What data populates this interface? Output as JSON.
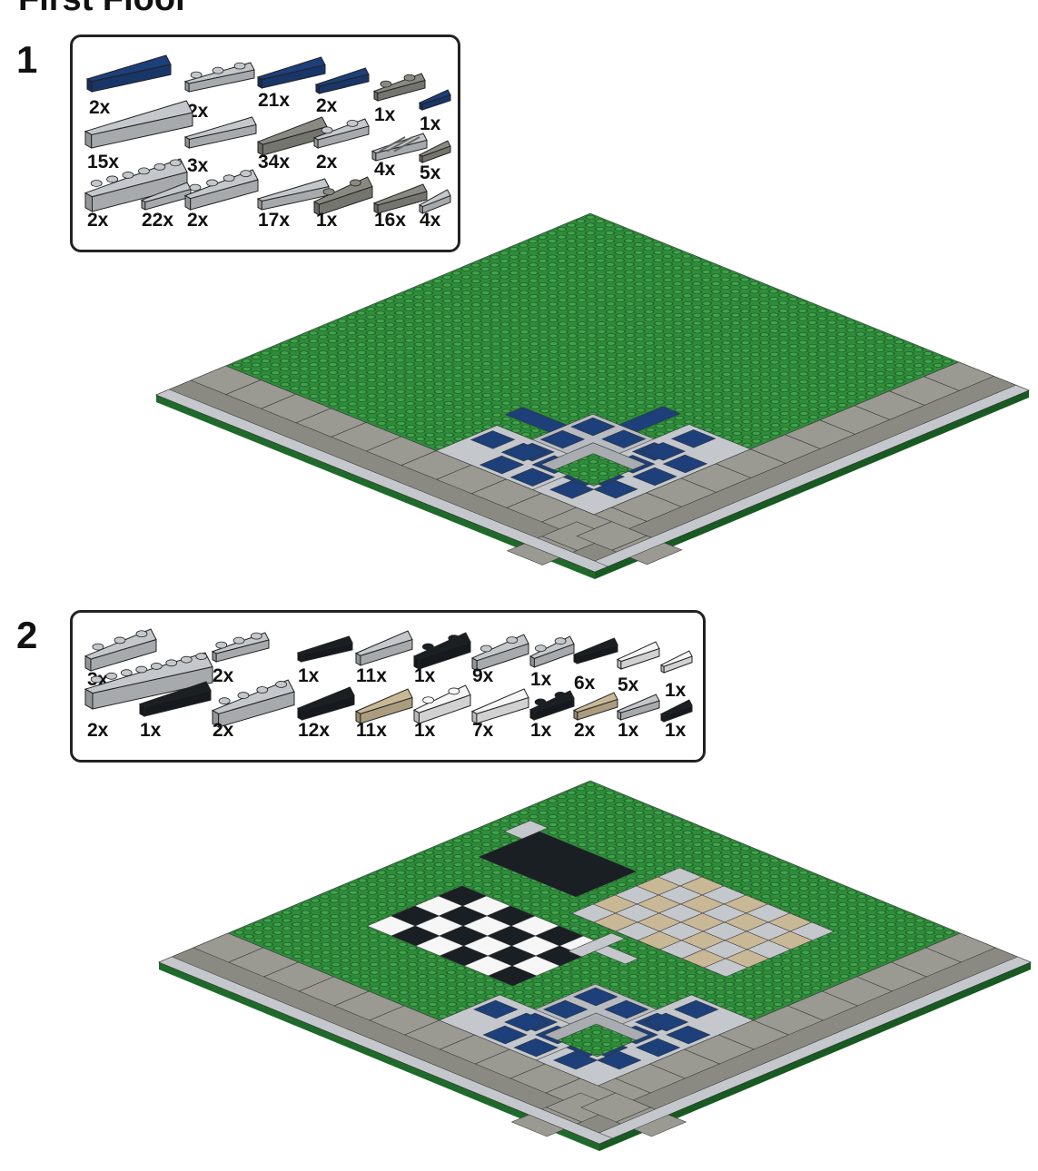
{
  "page_title": "First Floor",
  "colors": {
    "green": "#2e8b3a",
    "blue": "#1d3f7a",
    "light_gray": "#c4c8cc",
    "dark_gray": "#8a8a82",
    "black": "#1a1f24",
    "tan": "#c9b896",
    "white": "#f6f6f6"
  },
  "steps": [
    {
      "number": "1",
      "parts": [
        {
          "count": "2x",
          "icon": "tile-2x4-blue"
        },
        {
          "count": "2x",
          "icon": "plate-1x3-light-gray"
        },
        {
          "count": "21x",
          "icon": "tile-2x2-blue"
        },
        {
          "count": "2x",
          "icon": "tile-1x2-blue"
        },
        {
          "count": "1x",
          "icon": "jumper-1x2-dark-gray"
        },
        {
          "count": "1x",
          "icon": "tile-1x1-blue"
        },
        {
          "count": "15x",
          "icon": "tile-1x6-light-gray"
        },
        {
          "count": "3x",
          "icon": "tile-1x4-light-gray"
        },
        {
          "count": "34x",
          "icon": "tile-2x2-dark-gray"
        },
        {
          "count": "2x",
          "icon": "plate-1x2-light-gray"
        },
        {
          "count": "4x",
          "icon": "grille-1x2-light-gray"
        },
        {
          "count": "5x",
          "icon": "tile-1x1-dark-gray"
        },
        {
          "count": "2x",
          "icon": "plate-1x6-light-gray"
        },
        {
          "count": "22x",
          "icon": "tile-1x2-light-gray"
        },
        {
          "count": "2x",
          "icon": "plate-1x4-light-gray"
        },
        {
          "count": "17x",
          "icon": "tile-1x3-light-gray"
        },
        {
          "count": "1x",
          "icon": "plate-2x2-dark-gray"
        },
        {
          "count": "16x",
          "icon": "tile-1x2-dark-gray"
        },
        {
          "count": "4x",
          "icon": "tile-1x1-light-gray"
        }
      ]
    },
    {
      "number": "2",
      "parts": [
        {
          "count": "3x",
          "icon": "plate-2x3-light-gray"
        },
        {
          "count": "2x",
          "icon": "plate-1x3-light-gray"
        },
        {
          "count": "1x",
          "icon": "tile-1x3-black"
        },
        {
          "count": "11x",
          "icon": "tile-2x2-light-gray"
        },
        {
          "count": "1x",
          "icon": "jumper-2x2-black"
        },
        {
          "count": "9x",
          "icon": "plate-corner-light-gray"
        },
        {
          "count": "1x",
          "icon": "plate-1x2-light-gray"
        },
        {
          "count": "6x",
          "icon": "tile-1x2-black"
        },
        {
          "count": "5x",
          "icon": "tile-1x2-white"
        },
        {
          "count": "1x",
          "icon": "tile-1x1-white"
        },
        {
          "count": "2x",
          "icon": "plate-1x8-light-gray"
        },
        {
          "count": "1x",
          "icon": "tile-1x4-black"
        },
        {
          "count": "2x",
          "icon": "plate-2x4-light-gray"
        },
        {
          "count": "12x",
          "icon": "tile-2x2-black"
        },
        {
          "count": "11x",
          "icon": "tile-2x2-tan"
        },
        {
          "count": "1x",
          "icon": "plate-2x2-white"
        },
        {
          "count": "7x",
          "icon": "tile-2x2-white"
        },
        {
          "count": "1x",
          "icon": "plate-1x2-black"
        },
        {
          "count": "2x",
          "icon": "tile-1x2-tan"
        },
        {
          "count": "1x",
          "icon": "tile-1x2-light-gray"
        },
        {
          "count": "1x",
          "icon": "tile-1x1-black"
        }
      ]
    }
  ]
}
